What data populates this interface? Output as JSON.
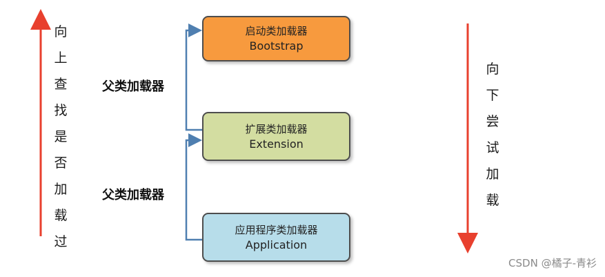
{
  "left_caption": [
    "向",
    "上",
    "查",
    "找",
    "是",
    "否",
    "加",
    "载",
    "过"
  ],
  "right_caption": [
    "向",
    "下",
    "尝",
    "试",
    "加",
    "载"
  ],
  "boxes": {
    "bootstrap": {
      "name": "启动类加载器",
      "en": "Bootstrap",
      "color": "#F79A3E"
    },
    "extension": {
      "name": "扩展类加载器",
      "en": "Extension",
      "color": "#D3DDA1"
    },
    "application": {
      "name": "应用程序类加载器",
      "en": "Application",
      "color": "#B7DDEA"
    }
  },
  "relation_labels": {
    "upper": "父类加载器",
    "lower": "父类加载器"
  },
  "colors": {
    "red_arrow": "#E8402E",
    "blue_connector": "#4F7FB0"
  },
  "watermark": "CSDN @橘子-青衫"
}
